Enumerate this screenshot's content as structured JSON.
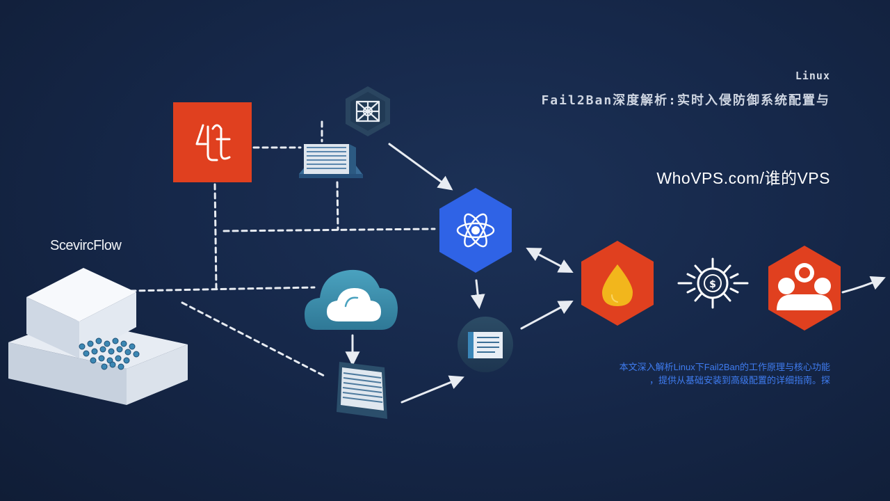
{
  "header": {
    "small_title": "Linux",
    "main_title": "Fail2Ban深度解析:实时入侵防御系统配置与",
    "site_name": "WhoVPS.com/谁的VPS"
  },
  "description": {
    "line1": "本文深入解析Linux下Fail2Ban的工作原理与核心功能",
    "line2": "，提供从基础安装到高级配置的详细指南。探"
  },
  "diagram": {
    "server_label": "ScevircFlow",
    "colors": {
      "background": "#16284a",
      "red_node": "#e0401f",
      "blue_node": "#2f63e6",
      "cloud": "#3e8fae",
      "server_box": "#eef1f6",
      "connector": "#e8ecf2",
      "flame": "#f2b61c"
    },
    "icons": [
      "fail2ban-logo-icon",
      "server-rack-icon",
      "network-hexagon-icon",
      "atom-icon",
      "cloud-icon",
      "document-icon",
      "flame-icon",
      "virus-dollar-icon",
      "users-group-icon",
      "server-block-icon"
    ]
  }
}
